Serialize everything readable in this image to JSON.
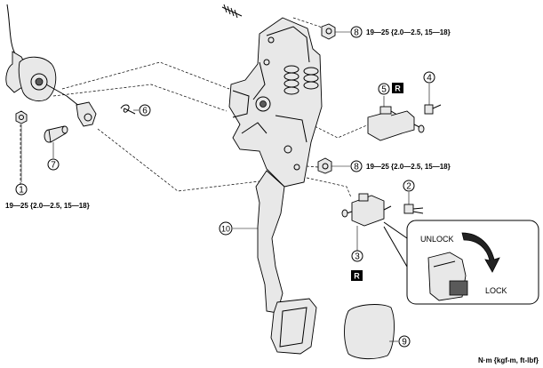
{
  "callouts": [
    {
      "id": "1",
      "number": "1"
    },
    {
      "id": "2",
      "number": "2"
    },
    {
      "id": "3",
      "number": "3"
    },
    {
      "id": "4",
      "number": "4"
    },
    {
      "id": "5",
      "number": "5"
    },
    {
      "id": "6",
      "number": "6"
    },
    {
      "id": "7",
      "number": "7"
    },
    {
      "id": "8a",
      "number": "8"
    },
    {
      "id": "8b",
      "number": "8"
    },
    {
      "id": "9",
      "number": "9"
    },
    {
      "id": "10",
      "number": "10"
    }
  ],
  "torque_specs": {
    "nut_top": "19—25 {2.0—2.5, 15—18}",
    "nut_mid": "19—25 {2.0—2.5, 15—18}",
    "nut_left": "19—25 {2.0—2.5, 15—18}"
  },
  "replace_mark": "R",
  "inset": {
    "unlock_label": "UNLOCK",
    "lock_label": "LOCK"
  },
  "units_note": "N·m {kgf-m, ft-lbf}"
}
